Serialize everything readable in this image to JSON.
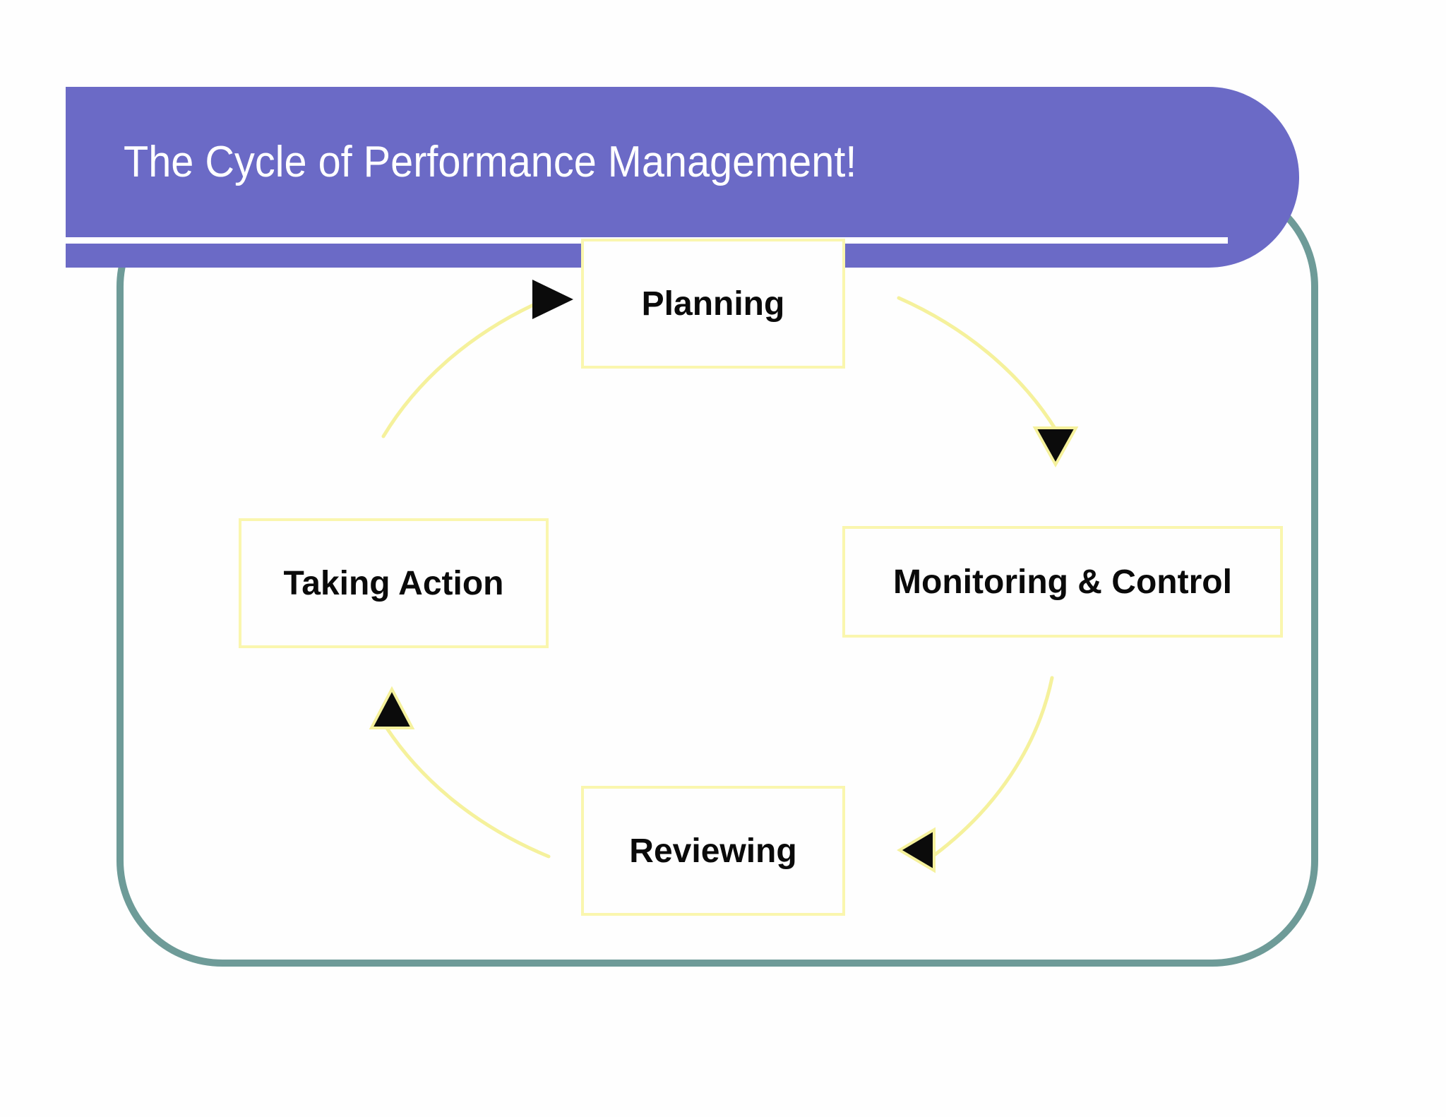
{
  "slide": {
    "title": "The Cycle of Performance Management!",
    "nodes": [
      {
        "id": "planning",
        "label": "Planning"
      },
      {
        "id": "monitoring-control",
        "label": "Monitoring & Control"
      },
      {
        "id": "reviewing",
        "label": "Reviewing"
      },
      {
        "id": "taking-action",
        "label": "Taking Action"
      }
    ],
    "colors": {
      "banner": "#6b6ac6",
      "frame": "#6e9b98",
      "node_border": "#faf6ae",
      "arc": "#f5f19c",
      "arrowhead": "#0b0b0b",
      "title_text": "#ffffff",
      "node_text": "#0a0a0a",
      "bg": "#fefefe"
    }
  }
}
